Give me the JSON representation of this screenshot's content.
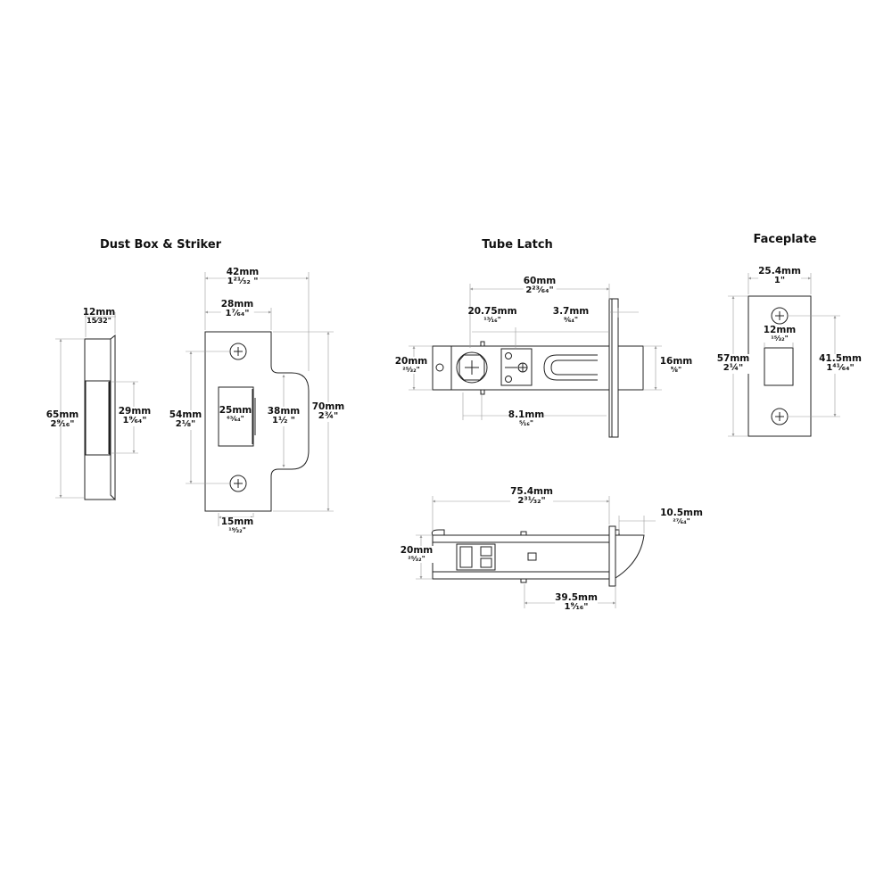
{
  "sections": {
    "dust_box_striker": "Dust Box & Striker",
    "tube_latch": "Tube Latch",
    "faceplate": "Faceplate"
  },
  "dims": {
    "dustbox_width": {
      "mm": "12mm",
      "in": "15⁄32\""
    },
    "dustbox_height": {
      "mm": "65mm",
      "in": "2⁹⁄₁₆\""
    },
    "dustbox_opening": {
      "mm": "29mm",
      "in": "1⁹⁄₆₄\""
    },
    "striker_width": {
      "mm": "42mm",
      "in": "1²¹⁄₃₂ \""
    },
    "striker_plate": {
      "mm": "28mm",
      "in": "1⁷⁄₆₄\""
    },
    "striker_height": {
      "mm": "54mm",
      "in": "2⅛\""
    },
    "striker_window": {
      "mm": "25mm",
      "in": "⁶³⁄₆₄\""
    },
    "striker_lip": {
      "mm": "38mm",
      "in": "1½ \""
    },
    "striker_total": {
      "mm": "70mm",
      "in": "2¾\""
    },
    "striker_bottom": {
      "mm": "15mm",
      "in": "¹⁹⁄₃₂\""
    },
    "latch_length": {
      "mm": "60mm",
      "in": "2²³⁄₆₄\""
    },
    "latch_spindle": {
      "mm": "20.75mm",
      "in": "¹³⁄₁₆\""
    },
    "latch_gap": {
      "mm": "3.7mm",
      "in": "⁹⁄₆₄\""
    },
    "latch_diameter": {
      "mm": "20mm",
      "in": "²⁵⁄₃₂\""
    },
    "latch_bolt": {
      "mm": "16mm",
      "in": "⅝\""
    },
    "latch_spindle_size": {
      "mm": "8.1mm",
      "in": "⁵⁄₁₆\""
    },
    "side_length": {
      "mm": "75.4mm",
      "in": "2³¹⁄₃₂\""
    },
    "side_bolt": {
      "mm": "10.5mm",
      "in": "²⁷⁄₆₄\""
    },
    "side_diameter": {
      "mm": "20mm",
      "in": "²⁵⁄₃₂\""
    },
    "side_backset": {
      "mm": "39.5mm",
      "in": "1⁹⁄₁₆\""
    },
    "face_width": {
      "mm": "25.4mm",
      "in": "1\""
    },
    "face_height": {
      "mm": "57mm",
      "in": "2¼\""
    },
    "face_window": {
      "mm": "12mm",
      "in": "¹⁵⁄₃₂\""
    },
    "face_centers": {
      "mm": "41.5mm",
      "in": "1⁴¹⁄₆₄\""
    }
  }
}
